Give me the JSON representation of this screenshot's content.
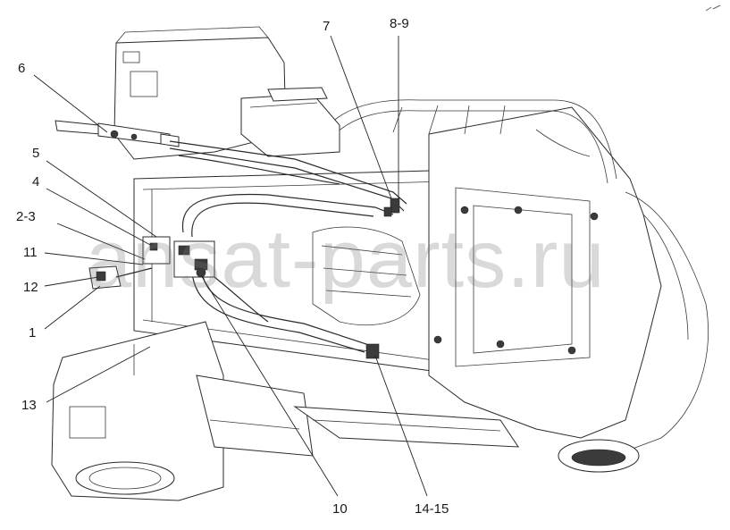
{
  "callouts": {
    "c6": "6",
    "c7": "7",
    "c8_9": "8-9",
    "c5": "5",
    "c4": "4",
    "c2_3": "2-3",
    "c11": "11",
    "c12": "12",
    "c1": "1",
    "c13": "13",
    "c10": "10",
    "c14_15": "14-15"
  },
  "watermark": "ansat-parts.ru"
}
